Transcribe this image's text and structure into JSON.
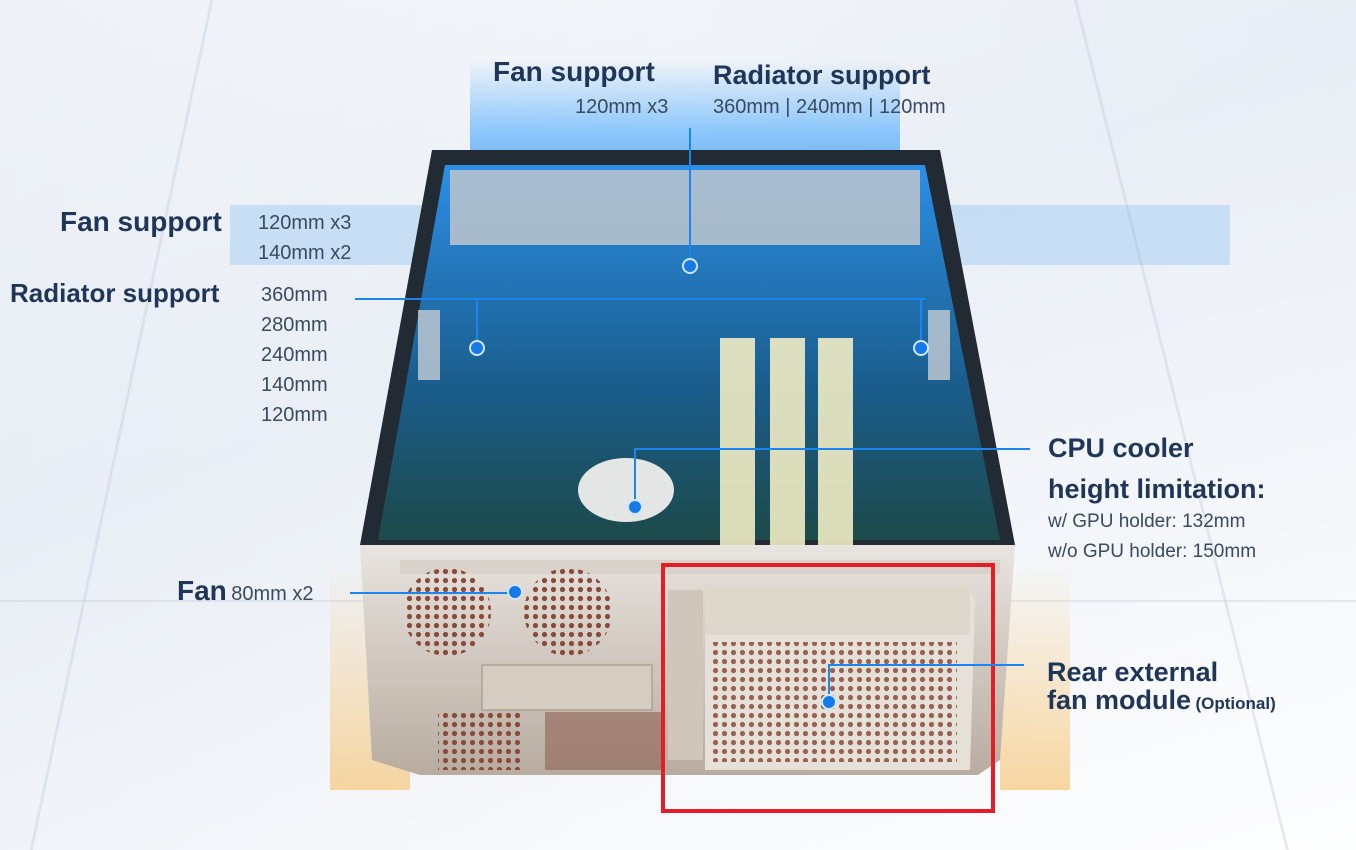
{
  "top": {
    "fan_title": "Fan support",
    "fan_value": "120mm x3",
    "rad_title": "Radiator support",
    "rad_value": "360mm | 240mm | 120mm"
  },
  "left": {
    "fan_title": "Fan support",
    "fan_values": [
      "120mm x3",
      "140mm x2"
    ],
    "rad_title": "Radiator support",
    "rad_values": [
      "360mm",
      "280mm",
      "240mm",
      "140mm",
      "120mm"
    ]
  },
  "front_fan": {
    "title": "Fan",
    "value": "80mm x2"
  },
  "cpu": {
    "title_line1": "CPU cooler",
    "title_line2": "height limitation:",
    "values": [
      "w/ GPU holder: 132mm",
      "w/o GPU holder: 150mm"
    ]
  },
  "rear": {
    "title_line1": "Rear external",
    "title_line2": "fan module",
    "optional": "(Optional)"
  },
  "colors": {
    "accent": "#1c86f0",
    "highlight": "#e41e26",
    "heading": "#1f3658"
  }
}
